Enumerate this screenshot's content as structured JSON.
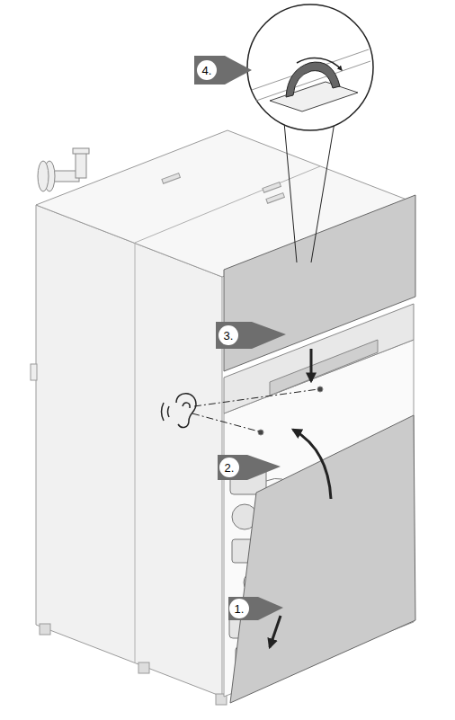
{
  "diagram": {
    "labels": [
      "4.",
      "3.",
      "2.",
      "1."
    ]
  }
}
